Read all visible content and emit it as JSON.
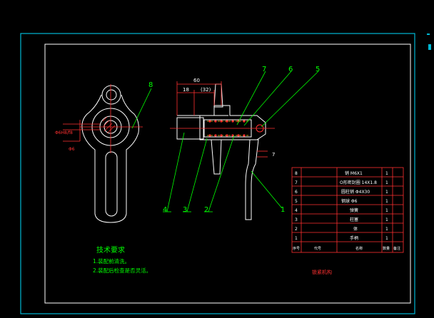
{
  "colors": {
    "background": "#000000",
    "frame": "#00b8d4",
    "inner_frame": "#ffffff",
    "geometry": "#ffffff",
    "dimension": "#ff3030",
    "leader": "#00ff00",
    "table_line": "#ff3030",
    "table_text": "#ffffff",
    "tech_text": "#00ff00",
    "title_text": "#ff3030",
    "hidden": "#ffd400"
  },
  "dimensions": {
    "overall": "60",
    "left_offset": "18",
    "center": "(32)",
    "right_offset": "7",
    "hole_spec": "Φ6H8/f8",
    "hole_depth": "Φ6"
  },
  "balloons": [
    "8",
    "7",
    "6",
    "5",
    "4",
    "3",
    "2",
    "1"
  ],
  "parts_table": {
    "rows": [
      {
        "no": "8",
        "name": "销 M6X1",
        "qty": "1"
      },
      {
        "no": "7",
        "name": "O形密封圈 14X1.8",
        "qty": "1"
      },
      {
        "no": "6",
        "name": "圆柱销 Φ4X30",
        "qty": "1"
      },
      {
        "no": "5",
        "name": "钢球 Φ6",
        "qty": "1"
      },
      {
        "no": "4",
        "name": "弹簧",
        "qty": "1"
      },
      {
        "no": "3",
        "name": "柱塞",
        "qty": "1"
      },
      {
        "no": "2",
        "name": "体",
        "qty": "1"
      },
      {
        "no": "1",
        "name": "手柄",
        "qty": "1"
      }
    ],
    "header": {
      "no": "序号",
      "code": "代号",
      "name": "名称",
      "qty": "数量",
      "note": "备注"
    }
  },
  "tech_requirements": {
    "title": "技术要求",
    "items": [
      "1.装配前清洗。",
      "2.装配后检查是否灵活。"
    ]
  },
  "drawing_title": "锁紧机构"
}
